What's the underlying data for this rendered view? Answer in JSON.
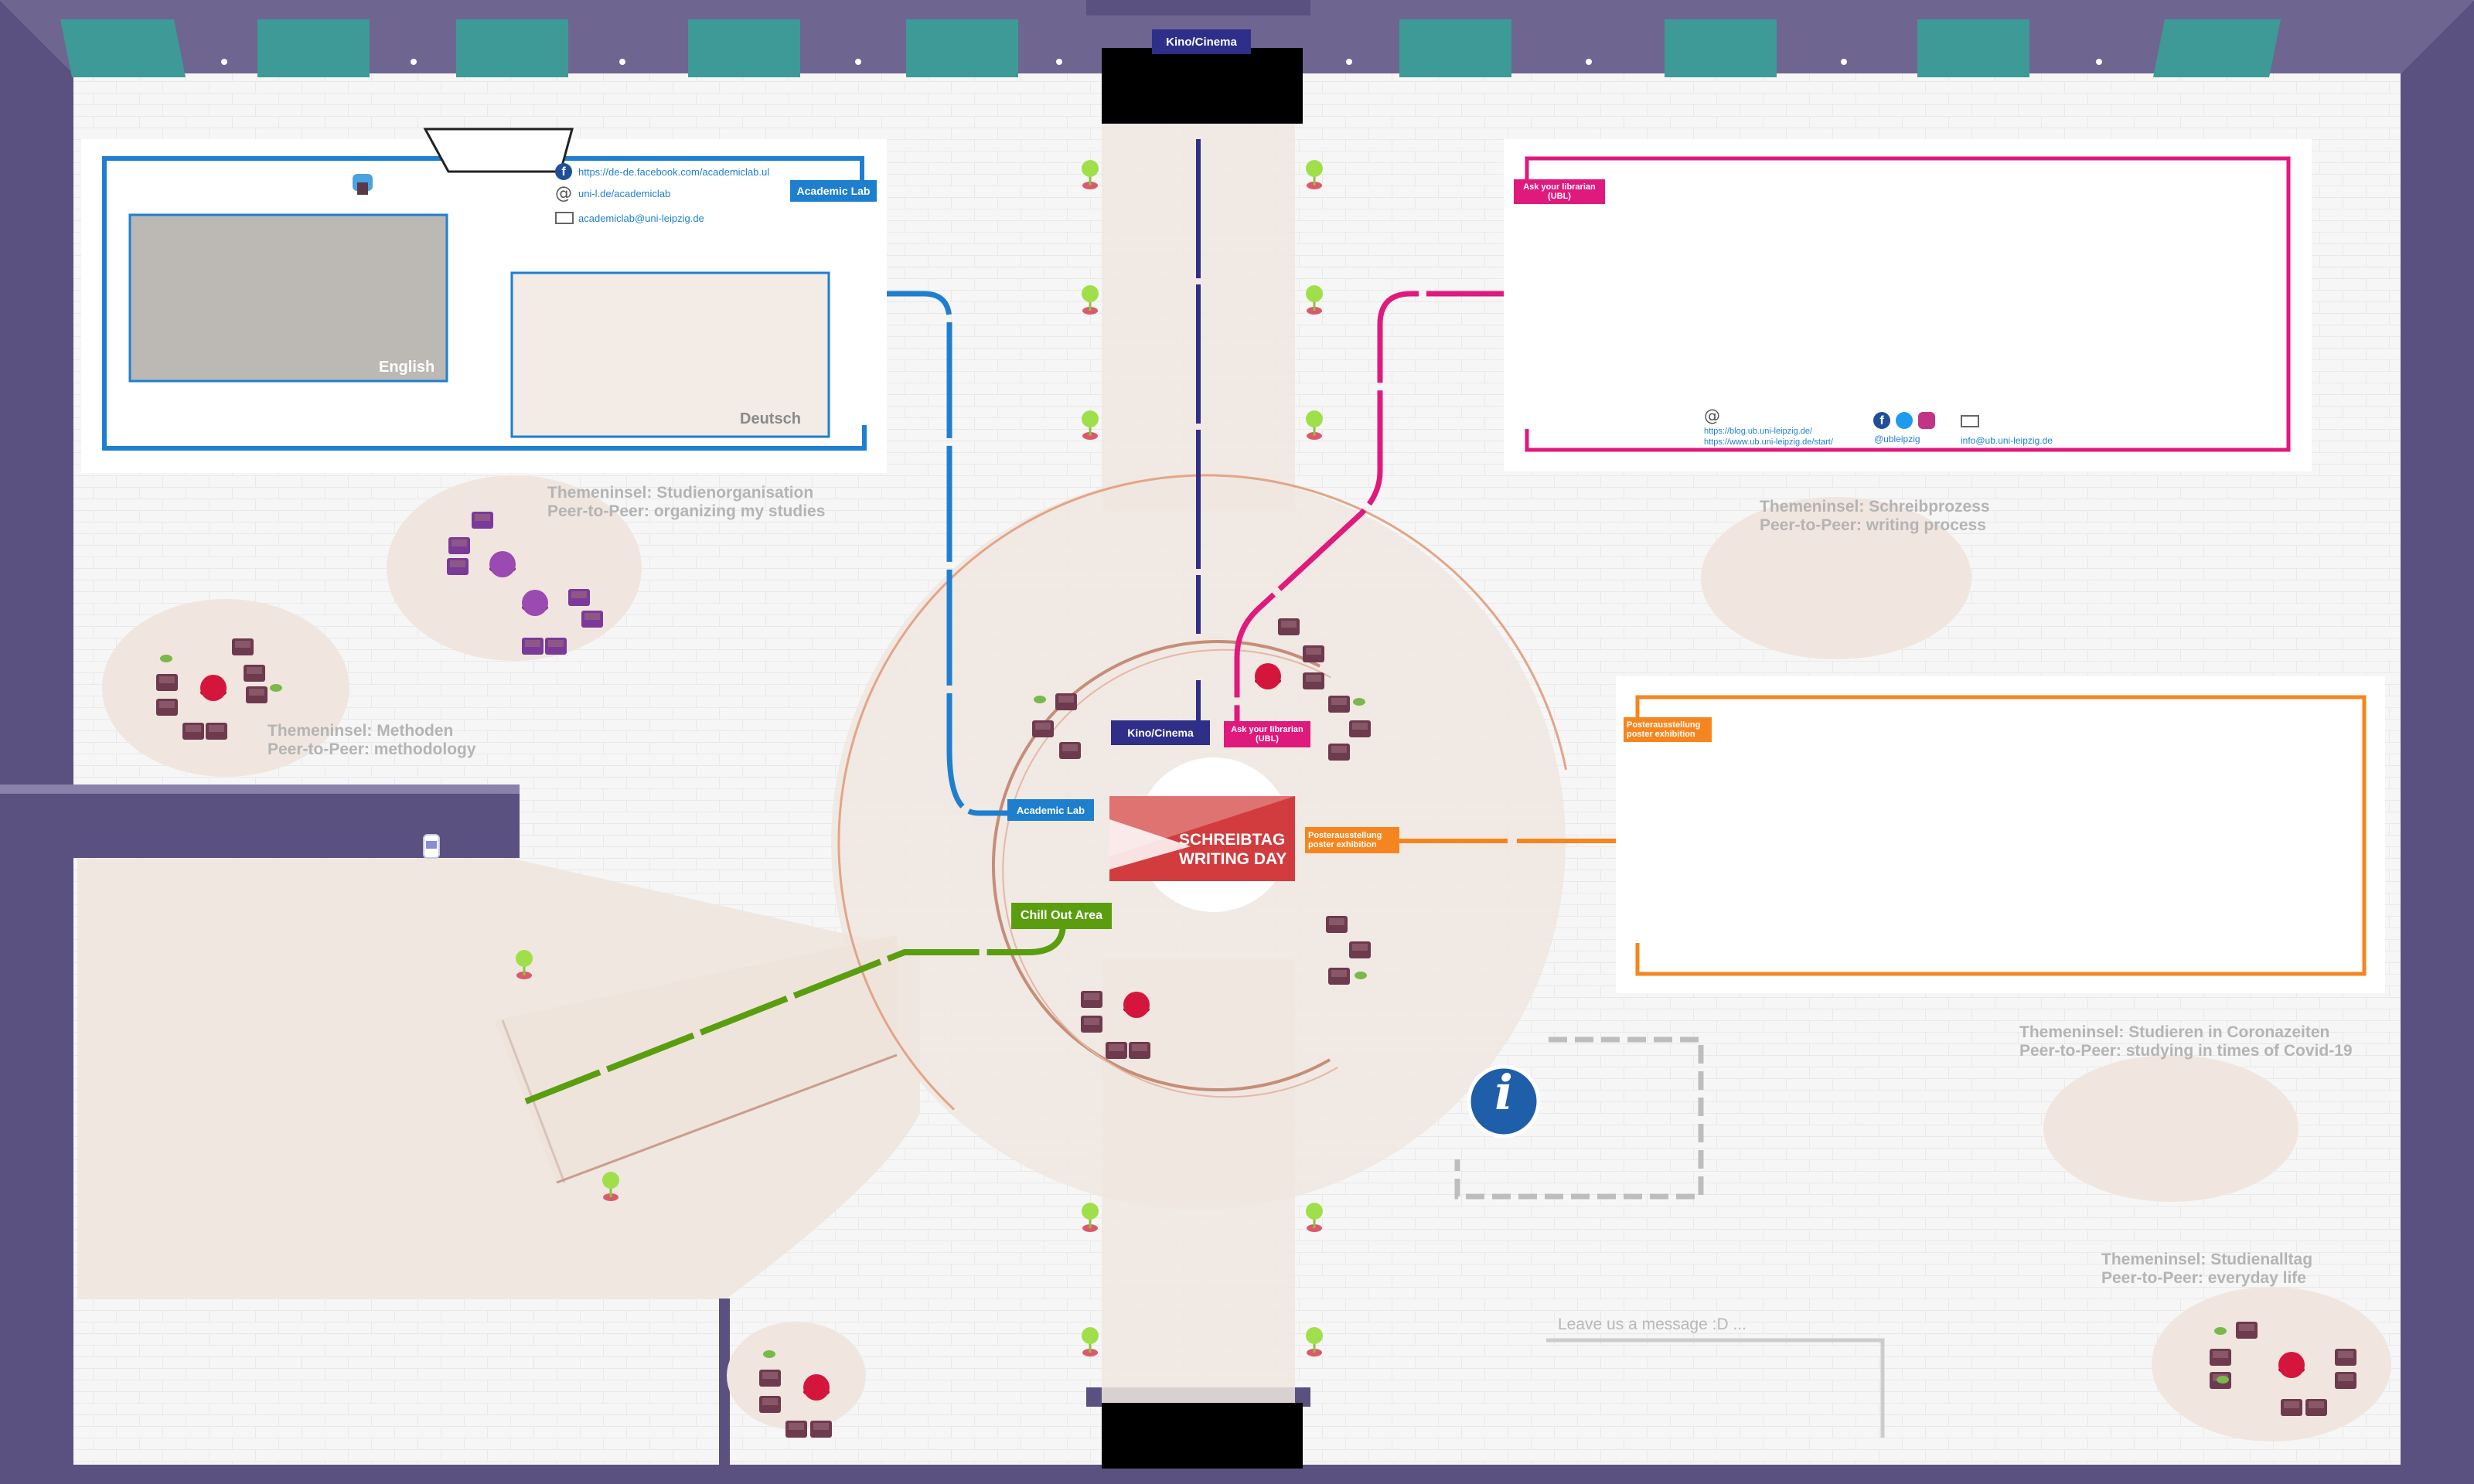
{
  "signs": {
    "kino_top": "Kino/Cinema",
    "kino_center": "Kino/Cinema",
    "academic_lab_panel": "Academic Lab",
    "academic_lab_center": "Academic Lab",
    "ubl_panel": [
      "Ask your librarian",
      "(UBL)"
    ],
    "ubl_center": [
      "Ask your librarian",
      "(UBL)"
    ],
    "poster_panel": [
      "Posterausstellung",
      "poster exhibition"
    ],
    "poster_center": [
      "Posterausstellung",
      "poster exhibition"
    ],
    "chill_out": "Chill Out Area",
    "logo": [
      "SCHREIBTAG",
      "WRITING DAY"
    ]
  },
  "academic_lab": {
    "facebook": "https://de-de.facebook.com/academiclab.ul",
    "web": "uni-l.de/academiclab",
    "email": "academiclab@uni-leipzig.de",
    "screen_english": "English",
    "screen_deutsch": "Deutsch"
  },
  "ubl": {
    "blog": "https://blog.ub.uni-leipzig.de/",
    "web": "https://www.ub.uni-leipzig.de/start/",
    "social": "@ubleipzig",
    "email": "info@ub.uni-leipzig.de"
  },
  "topics": [
    {
      "id": "studienorganisation",
      "line1": "Themeninsel: Studienorganisation",
      "line2": "Peer-to-Peer: organizing my studies"
    },
    {
      "id": "schreibprozess",
      "line1": "Themeninsel: Schreibprozess",
      "line2": "Peer-to-Peer: writing process"
    },
    {
      "id": "methoden",
      "line1": "Themeninsel: Methoden",
      "line2": "Peer-to-Peer: methodology"
    },
    {
      "id": "corona",
      "line1": "Themeninsel: Studieren in Coronazeiten",
      "line2": "Peer-to-Peer: studying in times of Covid-19"
    },
    {
      "id": "studienalltag",
      "line1": "Themeninsel: Studienalltag",
      "line2": "Peer-to-Peer: everyday life"
    }
  ],
  "message_board": "Leave us a message :D ...",
  "info_icon": "i",
  "colors": {
    "wall": "#5a5180",
    "wall_top": "#6e6591",
    "floor_tile": "#f4f4f4",
    "carpet": "#f0e6df",
    "teal": "#3e9a97",
    "kino_blue": "#2f2f8a",
    "academic_blue": "#1e7fcf",
    "ubl_pink": "#e0197d",
    "poster_orange": "#f5861f",
    "chill_green": "#5a9e10",
    "logo_red": "#d23c3f",
    "info_blue": "#1f5faa",
    "seat": "#6e3a4e",
    "seat_purple": "#7b3a9a",
    "table_red": "#d4163d"
  }
}
